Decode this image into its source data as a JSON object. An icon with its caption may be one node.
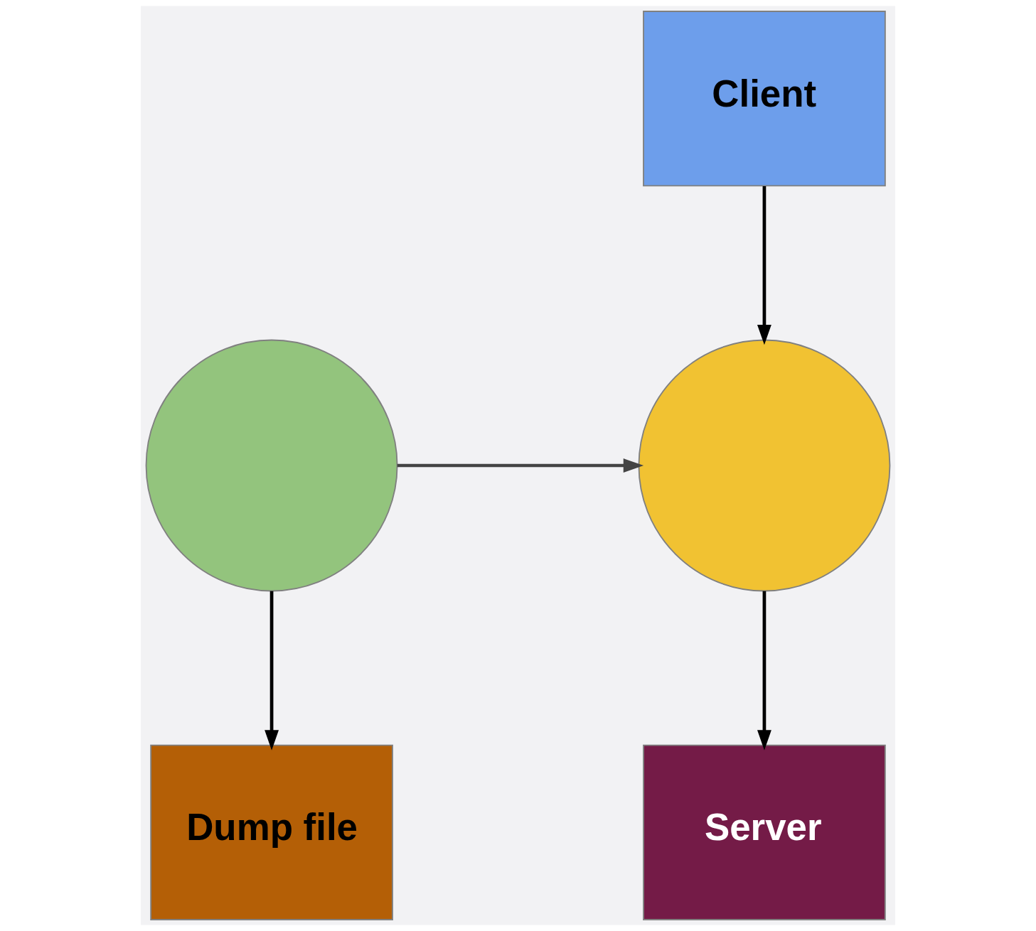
{
  "diagram": {
    "nodes": [
      {
        "text": [
          "Client"
        ]
      },
      {
        "text": [],
        "shape": "circle"
      },
      {
        "text": [],
        "shape": "circle"
      },
      {
        "text": [
          "Dump file"
        ]
      },
      {
        "text": [
          "Server"
        ]
      }
    ],
    "edges": [
      {
        "from": 0,
        "to": 2,
        "arrow": "to"
      },
      {
        "from": 1,
        "to": 2,
        "arrow": "to",
        "color": "#444444"
      },
      {
        "from": 1,
        "to": 3,
        "arrow": "to"
      },
      {
        "from": 2,
        "to": 4,
        "arrow": "to"
      }
    ]
  }
}
